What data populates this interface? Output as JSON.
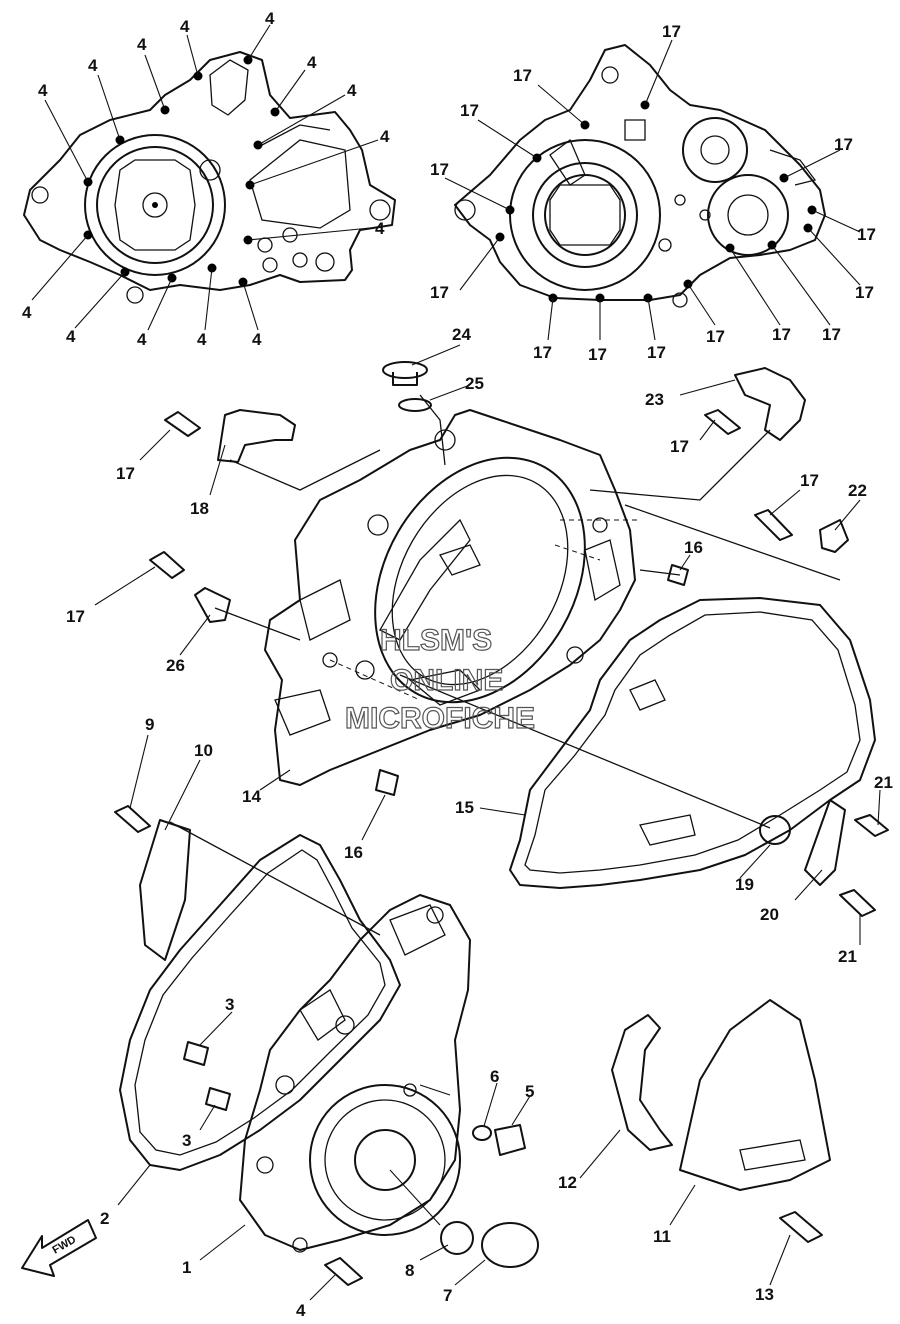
{
  "callouts": [
    "1",
    "2",
    "3",
    "4",
    "5",
    "6",
    "7",
    "8",
    "9",
    "10",
    "11",
    "12",
    "13",
    "14",
    "15",
    "16",
    "17",
    "18",
    "19",
    "20",
    "21",
    "22",
    "23",
    "24",
    "25",
    "26"
  ],
  "watermark": [
    "HLSM'S",
    "ONLINE",
    "MICROFICHE"
  ],
  "direction_badge": "FWD"
}
